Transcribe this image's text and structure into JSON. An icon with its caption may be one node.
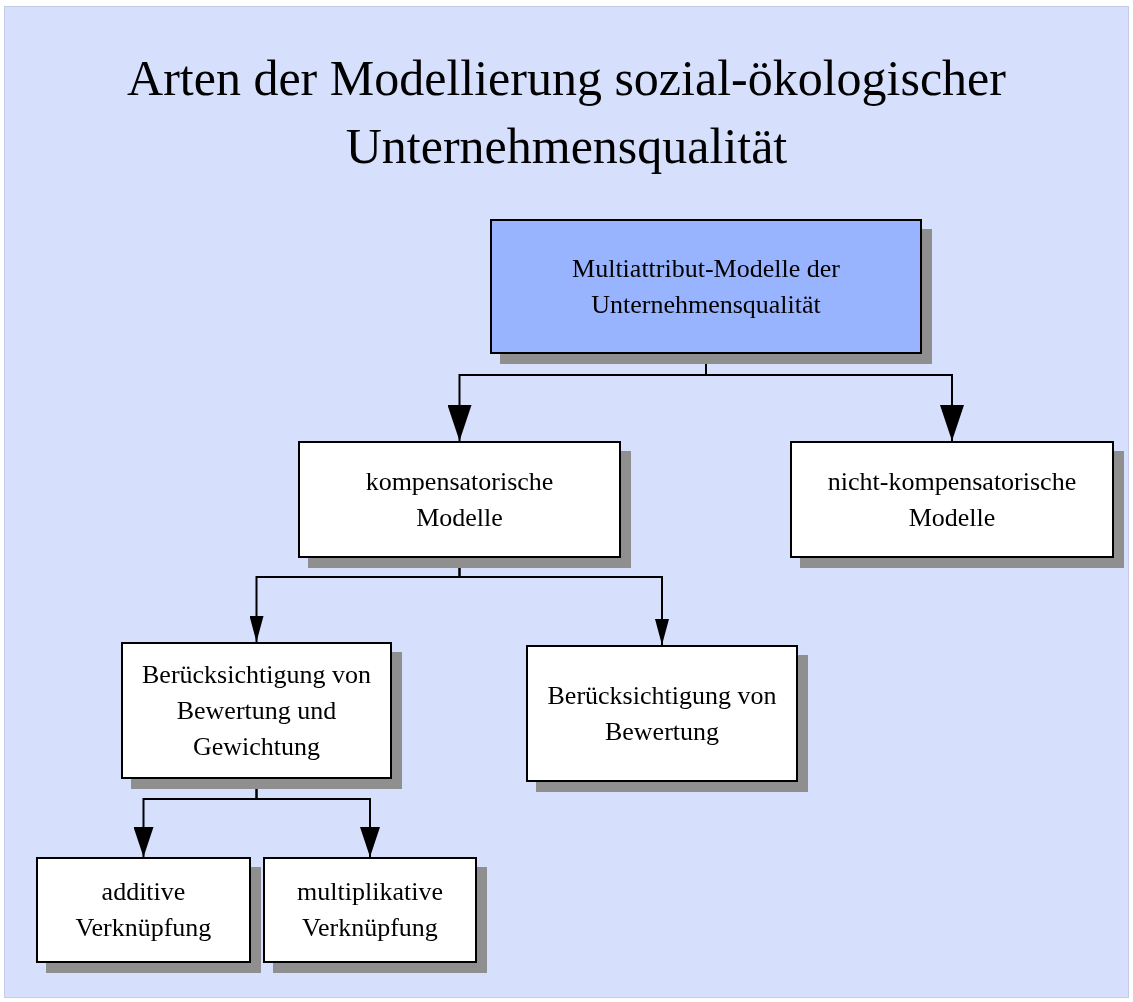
{
  "diagram": {
    "title": "Arten der Modellierung sozial-ökologischer Unternehmensqualität",
    "nodes": [
      {
        "text": [
          "Multiattribut-Modelle der Unternehmensqualität"
        ]
      },
      {
        "text": [
          "kompensatorische Modelle"
        ]
      },
      {
        "text": [
          "nicht-kompensatorische Modelle"
        ]
      },
      {
        "text": [
          "Berücksichtigung von Bewertung und Gewichtung"
        ]
      },
      {
        "text": [
          "Berücksichtigung von Bewertung"
        ]
      },
      {
        "text": [
          "additive Verknüpfung"
        ]
      },
      {
        "text": [
          "multiplikative Verknüpfung"
        ]
      }
    ],
    "edges": [
      {
        "from": 0,
        "to": 1,
        "arrow": "to"
      },
      {
        "from": 0,
        "to": 2,
        "arrow": "to"
      },
      {
        "from": 1,
        "to": 3,
        "arrow": "to"
      },
      {
        "from": 1,
        "to": 4,
        "arrow": "to"
      },
      {
        "from": 3,
        "to": 5,
        "arrow": "to"
      },
      {
        "from": 3,
        "to": 6,
        "arrow": "to"
      }
    ]
  }
}
